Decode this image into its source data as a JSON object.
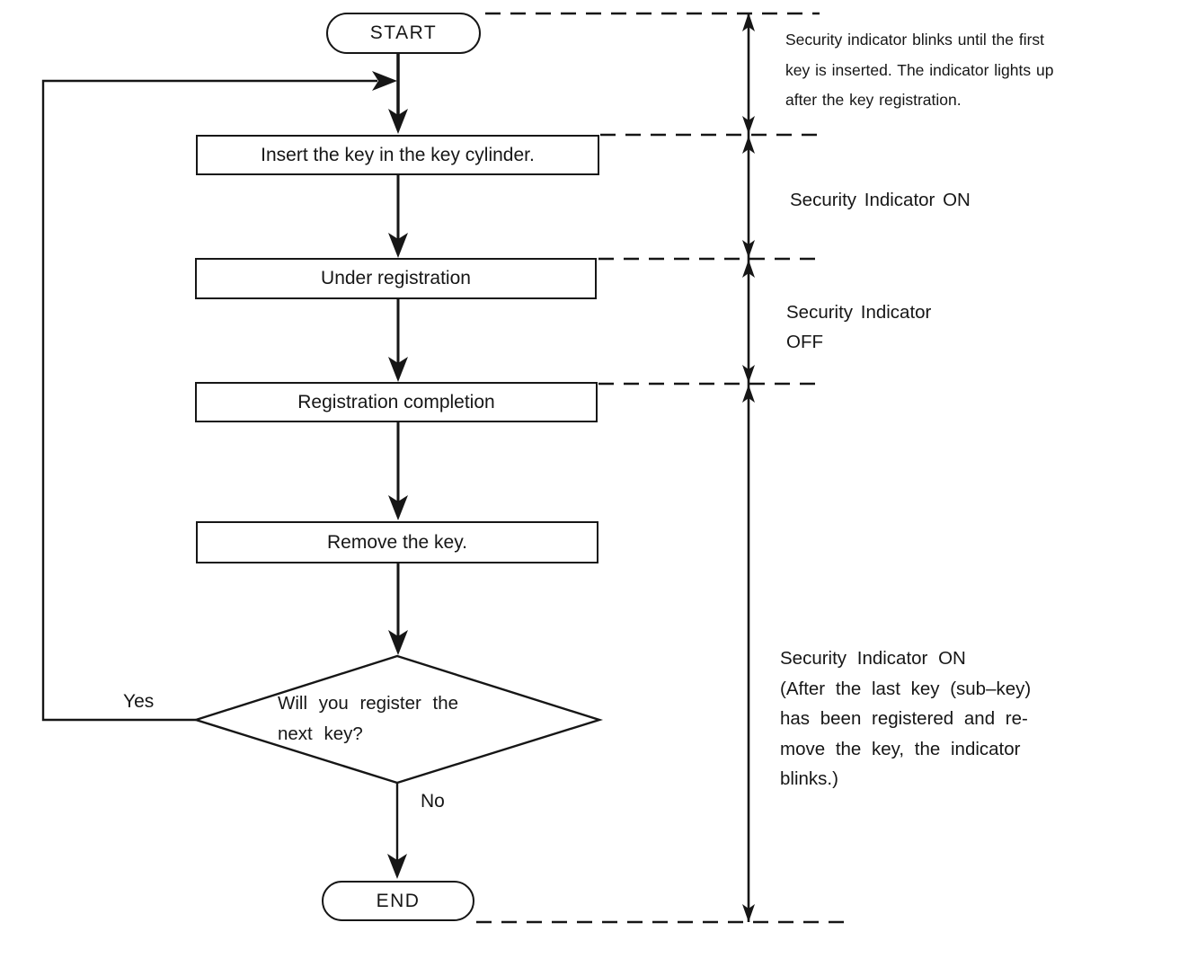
{
  "flowchart": {
    "start_label": "START",
    "steps": [
      "Insert the key in the key cylinder.",
      "Under registration",
      "Registration completion",
      "Remove the key."
    ],
    "decision_label": "Will you register the\nnext key?",
    "yes_label": "Yes",
    "no_label": "No",
    "end_label": "END"
  },
  "annotations": {
    "blink_note": "Security indicator blinks until the first\nkey is inserted. The indicator lights up\nafter the key registration.",
    "indicator_on": "Security Indicator ON",
    "indicator_off": "Security Indicator\nOFF",
    "indicator_on_after": "Security Indicator ON\n(After the last key (sub–key)\nhas been registered and re-\nmove the key, the indicator\nblinks.)"
  },
  "colors": {
    "ink": "#161616",
    "background": "#ffffff"
  }
}
